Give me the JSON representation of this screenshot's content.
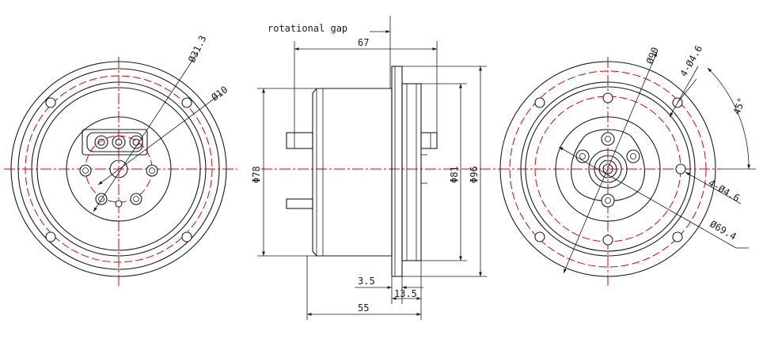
{
  "labels": {
    "rotational_gap": "rotational gap",
    "len_67": "67",
    "len_55": "55",
    "len_3_5": "3.5",
    "len_13_5": "13.5",
    "dia_78": "Φ78",
    "dia_81": "Φ81",
    "dia_96": "Φ96",
    "dia_31_3": "Ø31.3",
    "dia_10": "Ø10",
    "dia_90": "Ø90",
    "dia_69_4": "Ø69.4",
    "holes_top": "4-Ø4.6",
    "holes_bottom": "4-Ø4.6",
    "angle_45": "45°"
  },
  "colors": {
    "line": "#1a1a1a",
    "centerline": "#e00000"
  }
}
